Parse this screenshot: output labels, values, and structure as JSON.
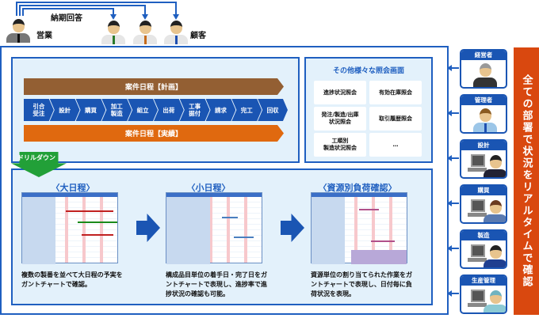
{
  "top": {
    "response_label": "納期回答",
    "sales_label": "営業",
    "customer_label": "顧客"
  },
  "plan_bar": "案件日程【計画】",
  "actual_bar": "案件日程【実績】",
  "process_steps": [
    "引合\n受注",
    "設計",
    "購買",
    "加工\n製造",
    "組立",
    "出荷",
    "工事\n据付",
    "請求",
    "完工",
    "回収"
  ],
  "queries": {
    "title": "その他様々な照会画面",
    "items": [
      "進捗状況照会",
      "有効在庫照会",
      "発注/製造/出庫\n状況照会",
      "取引履歴照会",
      "工順別\n製造状況照会",
      "…"
    ]
  },
  "drilldown": "ドリルダウン",
  "sections": [
    {
      "title": "〈大日程〉",
      "desc": "複数の製番を並べて大日程の予実をガントチャートで確認。"
    },
    {
      "title": "〈小日程〉",
      "desc": "構成品目単位の着手日・完了日をガントチャートで表現し、進捗率で進捗状況の確認も可能。"
    },
    {
      "title": "〈資源別負荷確認〉",
      "desc": "資源単位の割り当てられた作業をガントチャートで表現し、日付毎に負荷状況を表現。"
    }
  ],
  "roles": [
    "経営者",
    "管理者",
    "設計",
    "購買",
    "製造",
    "生産管理"
  ],
  "side_banner": "全ての部署で状況をリアルタイムで確認",
  "colors": {
    "blue": "#1f5fc0",
    "plan": "#935f33",
    "actual": "#e0690f",
    "banner": "#d9480f",
    "green": "#22a038"
  }
}
